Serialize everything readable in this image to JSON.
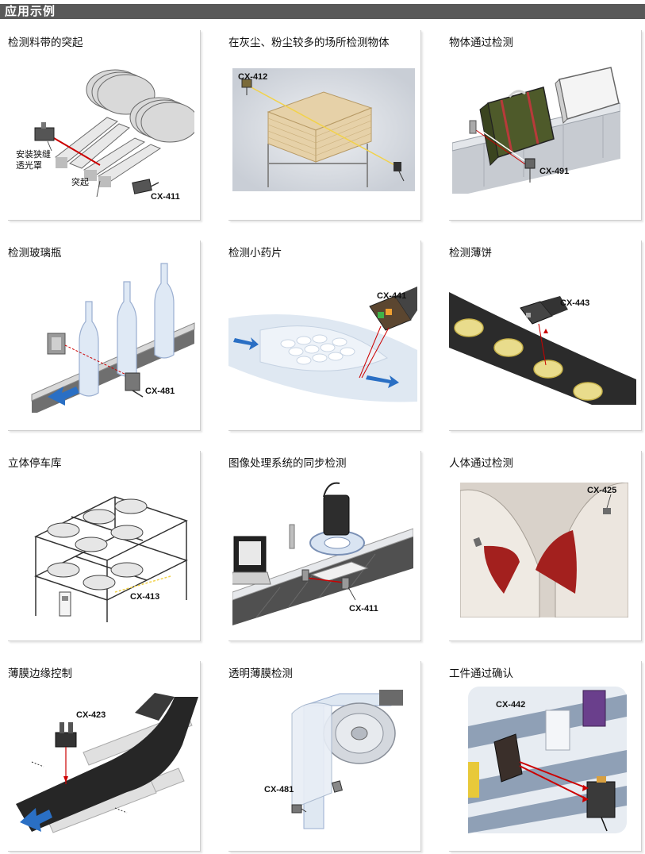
{
  "header": {
    "title": "应用示例"
  },
  "colors": {
    "header_bg": "#595959",
    "beam": "#cc0000",
    "accent_blue": "#2a6fc4"
  },
  "cards": [
    {
      "title": "检测料带的突起",
      "labels": {
        "model": "CX-411",
        "slit_line1": "安装狭缝",
        "slit_line2": "透光罩",
        "bump": "突起"
      }
    },
    {
      "title": "在灰尘、粉尘较多的场所检测物体",
      "labels": {
        "model": "CX-412"
      }
    },
    {
      "title": "物体通过检测",
      "labels": {
        "model": "CX-491"
      }
    },
    {
      "title": "检测玻璃瓶",
      "labels": {
        "model": "CX-481"
      }
    },
    {
      "title": "检测小药片",
      "labels": {
        "model": "CX-441"
      }
    },
    {
      "title": "检测薄饼",
      "labels": {
        "model": "CX-443"
      }
    },
    {
      "title": "立体停车库",
      "labels": {
        "model": "CX-413"
      }
    },
    {
      "title": "图像处理系统的同步检测",
      "labels": {
        "model": "CX-411"
      }
    },
    {
      "title": "人体通过检测",
      "labels": {
        "model": "CX-425"
      }
    },
    {
      "title": "薄膜边缘控制",
      "labels": {
        "model": "CX-423"
      }
    },
    {
      "title": "透明薄膜检测",
      "labels": {
        "model": "CX-481"
      }
    },
    {
      "title": "工件通过确认",
      "labels": {
        "model": "CX-442"
      }
    }
  ]
}
